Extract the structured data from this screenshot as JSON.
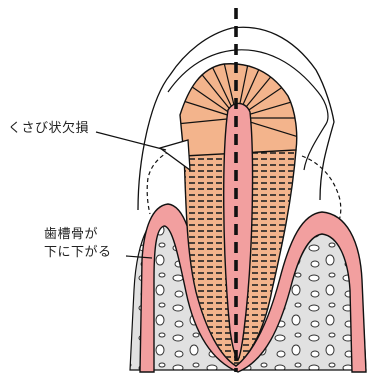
{
  "labels": {
    "wedge_defect": "くさび状欠損",
    "gum_recession_line1": "歯槽骨が",
    "gum_recession_line2": "下に下がる"
  },
  "colors": {
    "dentin": "#f3b48c",
    "gum": "#f29f9f",
    "bone": "#e1e1e1",
    "line": "#111111",
    "background": "#ffffff"
  }
}
